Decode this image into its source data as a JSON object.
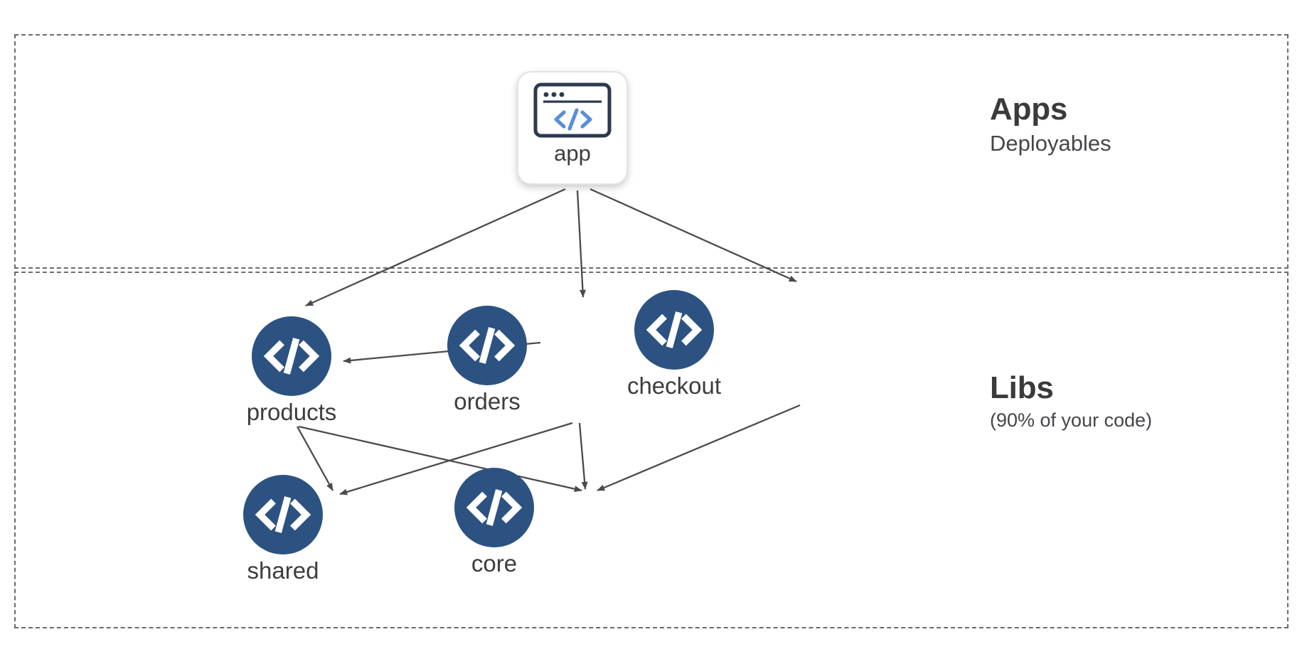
{
  "diagram": {
    "type": "dependency-graph",
    "background": "#ffffff",
    "colors": {
      "lib_node_fill": "#2c5282",
      "lib_node_glyph": "#ffffff",
      "app_card_bg": "#ffffff",
      "app_icon_frame": "#2b3a4f",
      "app_icon_glyph": "#5b8fd4",
      "edge_stroke": "#4a4a4f",
      "zone_border": "#6b6b70",
      "label_text": "#3d3d40"
    },
    "zones": [
      {
        "id": "apps",
        "title": "Apps",
        "subtitle": "Deployables"
      },
      {
        "id": "libs",
        "title": "Libs",
        "subtitle": "(90% of your code)"
      }
    ],
    "nodes": [
      {
        "id": "app",
        "label": "app",
        "zone": "apps",
        "shape": "rounded-card",
        "icon": "browser-code-icon"
      },
      {
        "id": "products",
        "label": "products",
        "zone": "libs",
        "shape": "circle",
        "icon": "code-glyph-icon"
      },
      {
        "id": "orders",
        "label": "orders",
        "zone": "libs",
        "shape": "circle",
        "icon": "code-glyph-icon"
      },
      {
        "id": "checkout",
        "label": "checkout",
        "zone": "libs",
        "shape": "circle",
        "icon": "code-glyph-icon"
      },
      {
        "id": "shared",
        "label": "shared",
        "zone": "libs",
        "shape": "circle",
        "icon": "code-glyph-icon"
      },
      {
        "id": "core",
        "label": "core",
        "zone": "libs",
        "shape": "circle",
        "icon": "code-glyph-icon"
      }
    ],
    "edges": [
      {
        "from": "app",
        "to": "products"
      },
      {
        "from": "app",
        "to": "orders"
      },
      {
        "from": "app",
        "to": "checkout"
      },
      {
        "from": "orders",
        "to": "products"
      },
      {
        "from": "products",
        "to": "shared"
      },
      {
        "from": "products",
        "to": "core"
      },
      {
        "from": "orders",
        "to": "shared"
      },
      {
        "from": "orders",
        "to": "core"
      },
      {
        "from": "checkout",
        "to": "core"
      }
    ]
  }
}
